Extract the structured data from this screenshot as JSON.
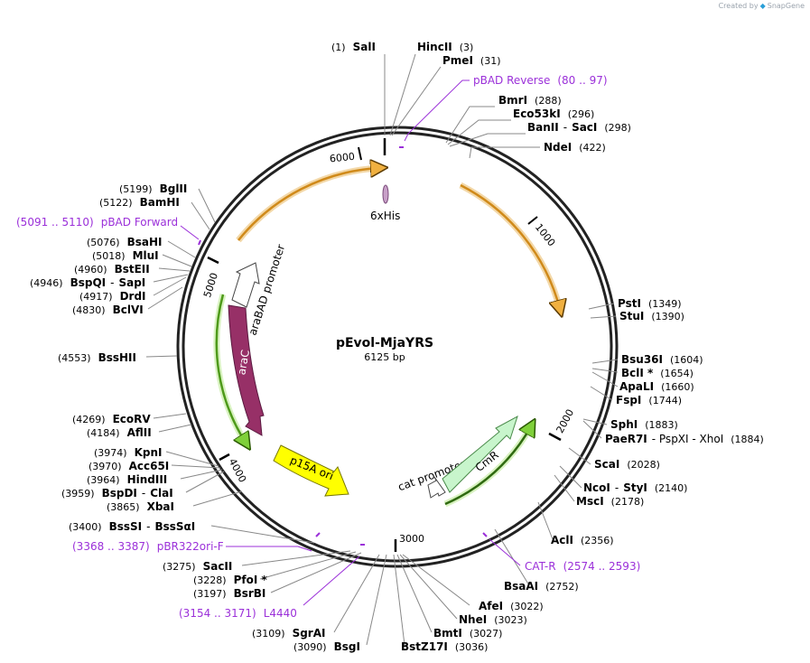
{
  "plasmid": {
    "name": "pEvol-MjaYRS",
    "size": "6125 bp"
  },
  "credit": {
    "prefix": "Created by",
    "brand": "SnapGene"
  },
  "ticks": [
    "1000",
    "2000",
    "3000",
    "4000",
    "5000",
    "6000"
  ],
  "features": {
    "hisTag": "6xHis",
    "araBAD": "araBAD promoter",
    "araC": "araC",
    "p15A": "p15A ori",
    "catPromoter": "cat promoter",
    "cmR": "CmR"
  },
  "sites": [
    {
      "pos": "(1)",
      "name": "SalI"
    },
    {
      "name": "HincII",
      "pos": "(3)"
    },
    {
      "name": "PmeI",
      "pos": "(31)"
    },
    {
      "name": "BmrI",
      "pos": "(288)"
    },
    {
      "name": "Eco53kI",
      "pos": "(296)"
    },
    {
      "name": "BanII",
      "sep": "-",
      "name2": "SacI",
      "pos": "(298)"
    },
    {
      "name": "NdeI",
      "pos": "(422)"
    },
    {
      "name": "PstI",
      "pos": "(1349)"
    },
    {
      "name": "StuI",
      "pos": "(1390)"
    },
    {
      "name": "Bsu36I",
      "pos": "(1604)"
    },
    {
      "name": "BclI *",
      "pos": "(1654)"
    },
    {
      "name": "ApaLI",
      "pos": "(1660)"
    },
    {
      "name": "FspI",
      "pos": "(1744)"
    },
    {
      "name": "SphI",
      "pos": "(1883)"
    },
    {
      "name": "PaeR7I",
      "sep": "- PspXI - XhoI",
      "pos": "(1884)"
    },
    {
      "name": "ScaI",
      "pos": "(2028)"
    },
    {
      "name": "NcoI",
      "sep": "-",
      "name2": "StyI",
      "pos": "(2140)"
    },
    {
      "name": "MscI",
      "pos": "(2178)"
    },
    {
      "name": "AclI",
      "pos": "(2356)"
    },
    {
      "name": "BsaAI",
      "pos": "(2752)"
    },
    {
      "name": "AfeI",
      "pos": "(3022)"
    },
    {
      "name": "NheI",
      "pos": "(3023)"
    },
    {
      "name": "BmtI",
      "pos": "(3027)"
    },
    {
      "name": "BstZ17I",
      "pos": "(3036)"
    },
    {
      "pos": "(3090)",
      "name": "BsgI"
    },
    {
      "pos": "(3109)",
      "name": "SgrAI"
    },
    {
      "pos": "(3197)",
      "name": "BsrBI"
    },
    {
      "pos": "(3228)",
      "name": "PfoI *"
    },
    {
      "pos": "(3275)",
      "name": "SacII"
    },
    {
      "pos": "(3400)",
      "name": "BssSI",
      "sep": "-",
      "name2": "BssSαI"
    },
    {
      "pos": "(3865)",
      "name": "XbaI"
    },
    {
      "pos": "(3959)",
      "name": "BspDI",
      "sep": "-",
      "name2": "ClaI"
    },
    {
      "pos": "(3964)",
      "name": "HindIII"
    },
    {
      "pos": "(3970)",
      "name": "Acc65I"
    },
    {
      "pos": "(3974)",
      "name": "KpnI"
    },
    {
      "pos": "(4184)",
      "name": "AflII"
    },
    {
      "pos": "(4269)",
      "name": "EcoRV"
    },
    {
      "pos": "(4553)",
      "name": "BssHII"
    },
    {
      "pos": "(4830)",
      "name": "BclVI"
    },
    {
      "pos": "(4917)",
      "name": "DrdI"
    },
    {
      "pos": "(4946)",
      "name": "BspQI",
      "sep": "-",
      "name2": "SapI"
    },
    {
      "pos": "(4960)",
      "name": "BstEII"
    },
    {
      "pos": "(5018)",
      "name": "MluI"
    },
    {
      "pos": "(5076)",
      "name": "BsaHI"
    },
    {
      "pos": "(5122)",
      "name": "BamHI"
    },
    {
      "pos": "(5199)",
      "name": "BglII"
    }
  ],
  "primers": [
    {
      "name": "pBAD Reverse",
      "range": "(80 .. 97)"
    },
    {
      "name": "CAT-R",
      "range": "(2574 .. 2593)"
    },
    {
      "name": "pBR322ori-F",
      "range": "(3368 .. 3387)"
    },
    {
      "name": "L4440",
      "range": "(3154 .. 3171)"
    },
    {
      "name": "pBAD Forward",
      "range": "(5091 .. 5110)"
    }
  ]
}
